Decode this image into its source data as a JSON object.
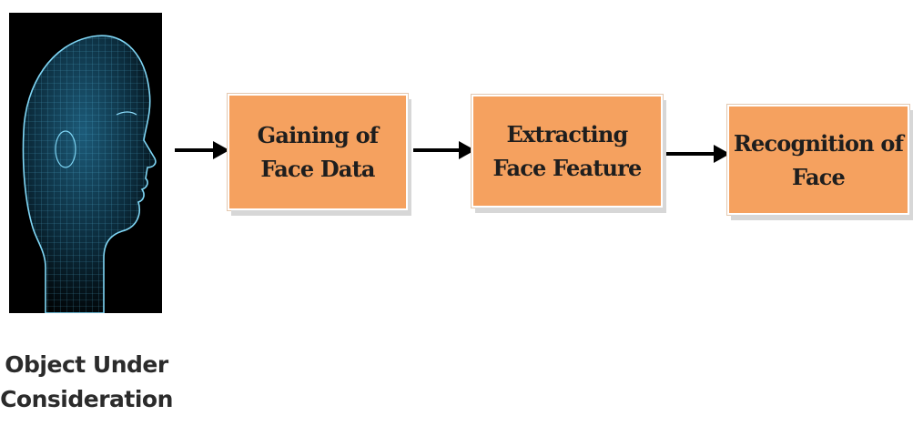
{
  "caption": {
    "line1": "Object Under",
    "line2": "Consideration"
  },
  "steps": [
    {
      "line1": "Gaining of",
      "line2": "Face Data"
    },
    {
      "line1": "Extracting",
      "line2": "Face Feature"
    },
    {
      "line1": "Recognition of",
      "line2": "Face"
    }
  ],
  "colors": {
    "box_fill": "#f5a15f",
    "arrow": "#000000",
    "head_wire": "#3fa9d6",
    "background": "#000000"
  },
  "icons": {
    "subject": "wireframe-head-icon"
  }
}
